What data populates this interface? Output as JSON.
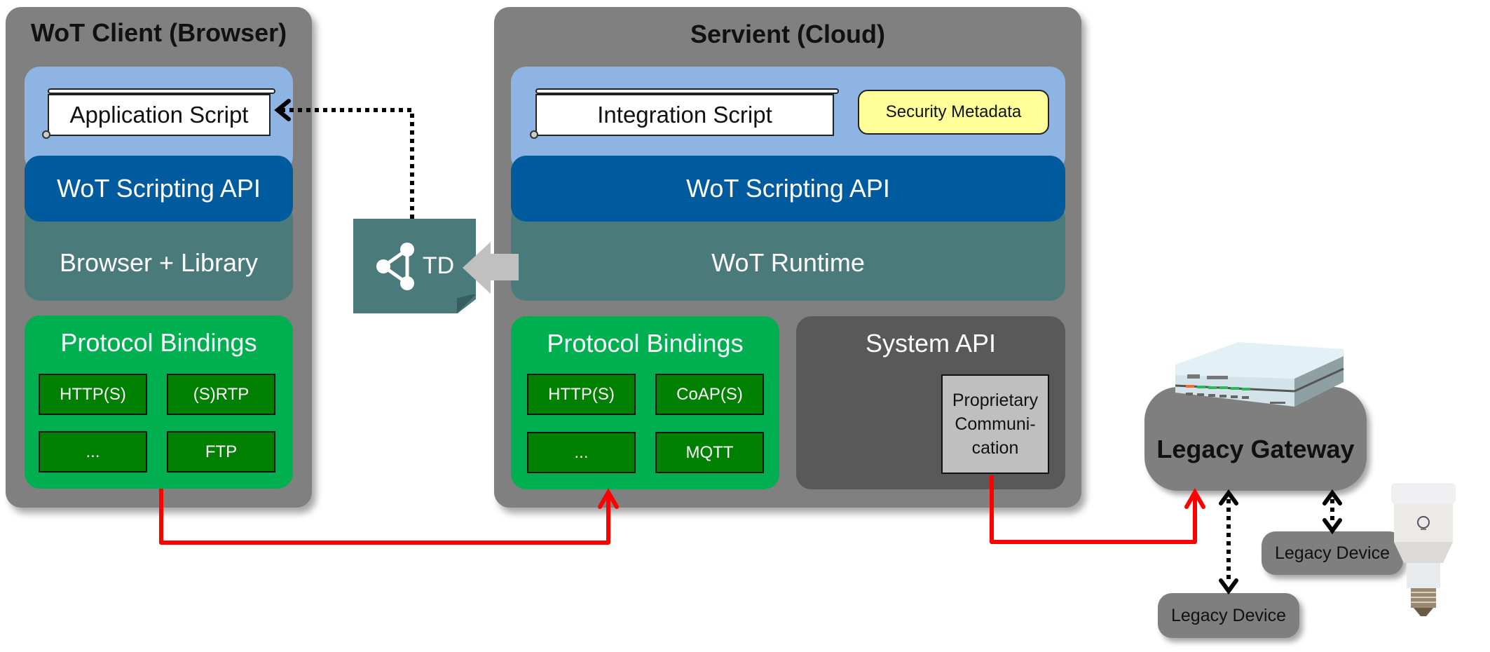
{
  "client": {
    "title": "WoT Client (Browser)",
    "app_script": "Application Script",
    "scripting_api": "WoT Scripting API",
    "runtime": "Browser + Library",
    "protocol_title": "Protocol Bindings",
    "protocols": [
      "HTTP(S)",
      "(S)RTP",
      "...",
      "FTP"
    ]
  },
  "td": {
    "label": "TD",
    "icon": "share-graph-icon"
  },
  "servient": {
    "title": "Servient (Cloud)",
    "integration_script": "Integration Script",
    "security_metadata": "Security Metadata",
    "scripting_api": "WoT Scripting API",
    "runtime": "WoT Runtime",
    "protocol_title": "Protocol Bindings",
    "protocols": [
      "HTTP(S)",
      "CoAP(S)",
      "...",
      "MQTT"
    ],
    "system_api": "System API",
    "proprietary": [
      "Proprietary",
      "Communi-",
      "cation"
    ]
  },
  "legacy": {
    "gateway": "Legacy Gateway",
    "device_1": "Legacy Device",
    "device_2": "Legacy Device"
  },
  "colors": {
    "panel": "#808080",
    "light_blue": "#8eb4e3",
    "scripting_api": "#005a9e",
    "runtime": "#4a7a7a",
    "protocol_green": "#00b050",
    "protocol_box": "#008000",
    "system_api": "#595959",
    "security_yellow": "#ffff99",
    "link_red": "#ff0000"
  }
}
